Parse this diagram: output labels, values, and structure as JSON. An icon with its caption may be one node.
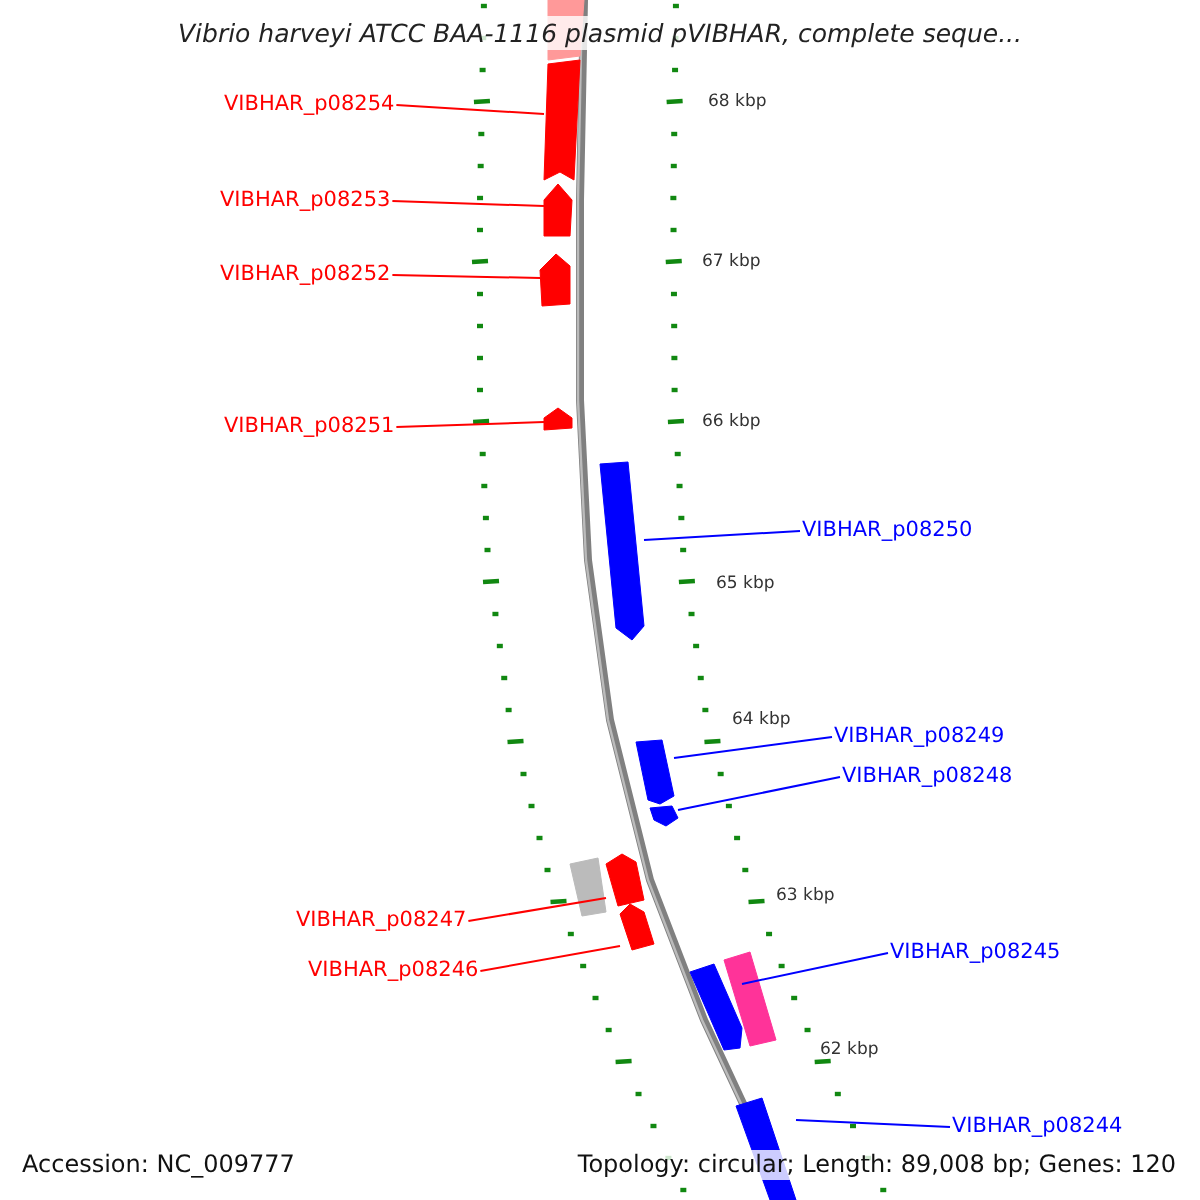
{
  "diagram": {
    "title": "Vibrio harveyi ATCC BAA-1116 plasmid pVIBHAR, complete seque...",
    "nodes": [
      {
        "text": [
          "VIBHAR_p08254"
        ]
      },
      {
        "text": [],
        "shape": "arrow"
      },
      {
        "text": [
          "VIBHAR_p08253"
        ]
      },
      {
        "text": [],
        "shape": "arrow"
      },
      {
        "text": [
          "VIBHAR_p08252"
        ]
      },
      {
        "text": [],
        "shape": "arrow"
      },
      {
        "text": [
          "VIBHAR_p08251"
        ]
      },
      {
        "text": [],
        "shape": "arrow"
      },
      {
        "text": [
          "VIBHAR_p08250"
        ]
      },
      {
        "text": [],
        "shape": "arrow"
      },
      {
        "text": [
          "VIBHAR_p08249"
        ]
      },
      {
        "text": [],
        "shape": "arrow"
      },
      {
        "text": [
          "VIBHAR_p08248"
        ]
      },
      {
        "text": [],
        "shape": "arrow"
      },
      {
        "text": [
          "VIBHAR_p08247"
        ]
      },
      {
        "text": [],
        "shape": "arrow"
      },
      {
        "text": [
          "VIBHAR_p08246"
        ]
      },
      {
        "text": [],
        "shape": "arrow"
      },
      {
        "text": [
          "VIBHAR_p08245"
        ]
      },
      {
        "text": [],
        "shape": "arrow"
      },
      {
        "text": [
          "VIBHAR_p08244"
        ]
      },
      {
        "text": [],
        "shape": "arrow"
      }
    ],
    "edges": [
      {
        "from": 0,
        "to": 1,
        "arrow": "none"
      },
      {
        "from": 2,
        "to": 3,
        "arrow": "none"
      },
      {
        "from": 4,
        "to": 5,
        "arrow": "none"
      },
      {
        "from": 6,
        "to": 7,
        "arrow": "none"
      },
      {
        "from": 8,
        "to": 9,
        "arrow": "none",
        "color": "#0000ff"
      },
      {
        "from": 10,
        "to": 11,
        "arrow": "none",
        "color": "#0000ff"
      },
      {
        "from": 12,
        "to": 13,
        "arrow": "none",
        "color": "#0000ff"
      },
      {
        "from": 14,
        "to": 15,
        "arrow": "none"
      },
      {
        "from": 16,
        "to": 17,
        "arrow": "none"
      },
      {
        "from": 18,
        "to": 19,
        "arrow": "none",
        "color": "#0000ff"
      },
      {
        "from": 20,
        "to": 21,
        "arrow": "none",
        "color": "#0000ff"
      }
    ],
    "labels": [
      "68 kbp",
      "67 kbp",
      "66 kbp",
      "65 kbp",
      "64 kbp",
      "63 kbp",
      "62 kbp",
      "Accession: NC_009777",
      "Topology: circular; Length: 89,008 bp; Genes: 120"
    ]
  }
}
